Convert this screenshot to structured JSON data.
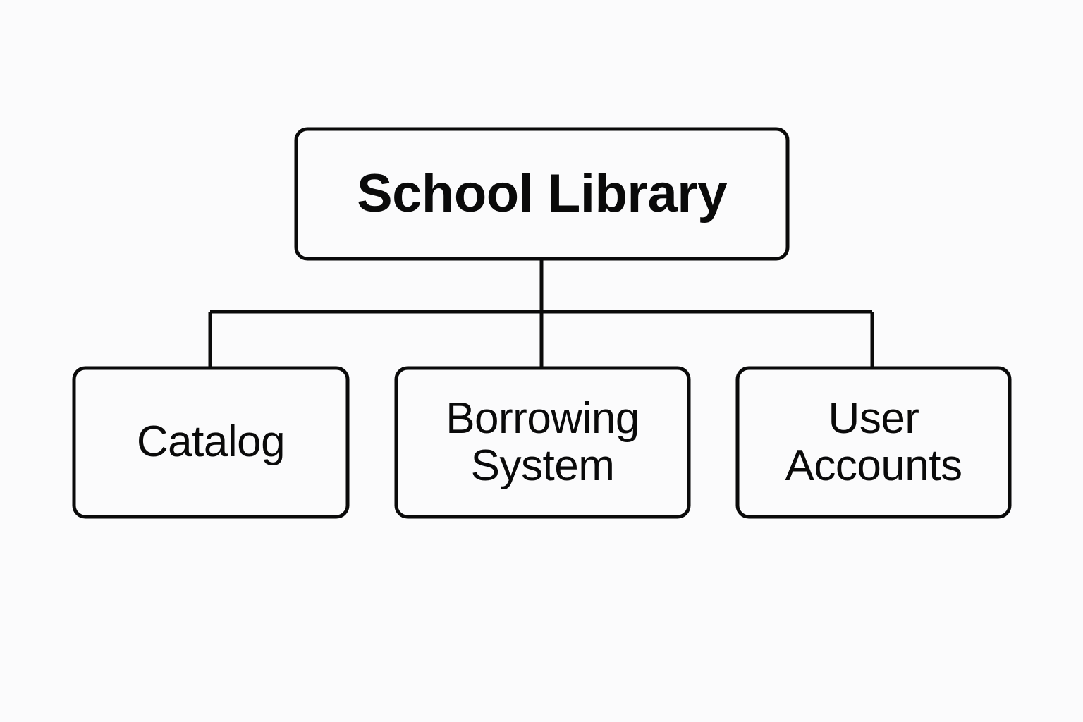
{
  "diagram": {
    "type": "hierarchy-tree",
    "orientation": "top-down",
    "background_color": "#fbfbfc",
    "stroke_color": "#0a0a0a",
    "node_fill_color": "#fbfbfc",
    "root": {
      "id": "school-library",
      "label": "School Library",
      "font_weight": "bold"
    },
    "children": [
      {
        "id": "catalog",
        "label": "Catalog",
        "font_weight": "regular"
      },
      {
        "id": "borrowing-system",
        "label": "Borrowing\nSystem",
        "font_weight": "regular"
      },
      {
        "id": "user-accounts",
        "label": "User\nAccounts",
        "font_weight": "regular"
      }
    ],
    "edges": [
      {
        "from": "school-library",
        "to": "catalog"
      },
      {
        "from": "school-library",
        "to": "borrowing-system"
      },
      {
        "from": "school-library",
        "to": "user-accounts"
      }
    ]
  }
}
